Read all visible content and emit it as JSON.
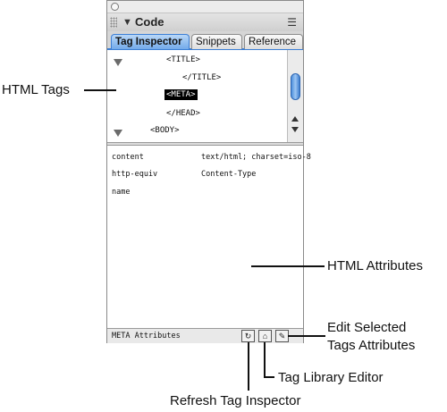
{
  "panel": {
    "title": "Code",
    "tabs": [
      {
        "label": "Tag Inspector",
        "active": true
      },
      {
        "label": "Snippets",
        "active": false
      },
      {
        "label": "Reference",
        "active": false
      }
    ],
    "tags": [
      {
        "text": "<TITLE>",
        "expandable": true,
        "selected": false
      },
      {
        "text": "</TITLE>",
        "expandable": false,
        "selected": false
      },
      {
        "text": "<META>",
        "expandable": false,
        "selected": true
      },
      {
        "text": "</HEAD>",
        "expandable": false,
        "selected": false
      },
      {
        "text": "<BODY>",
        "expandable": true,
        "selected": false
      }
    ],
    "attributes": [
      {
        "name": "content",
        "value": "text/html; charset=iso-8"
      },
      {
        "name": "http-equiv",
        "value": "Content-Type"
      },
      {
        "name": "name",
        "value": ""
      }
    ],
    "status": "META Attributes",
    "buttons": {
      "refresh": "refresh-icon",
      "library": "tag-library-icon",
      "edit": "pencil-icon"
    }
  },
  "callouts": {
    "html_tags": "HTML Tags",
    "html_attributes": "HTML Attributes",
    "edit_selected_line1": "Edit Selected",
    "edit_selected_line2": "Tags Attributes",
    "tag_library_editor": "Tag Library Editor",
    "refresh_tag_inspector": "Refresh Tag Inspector"
  }
}
